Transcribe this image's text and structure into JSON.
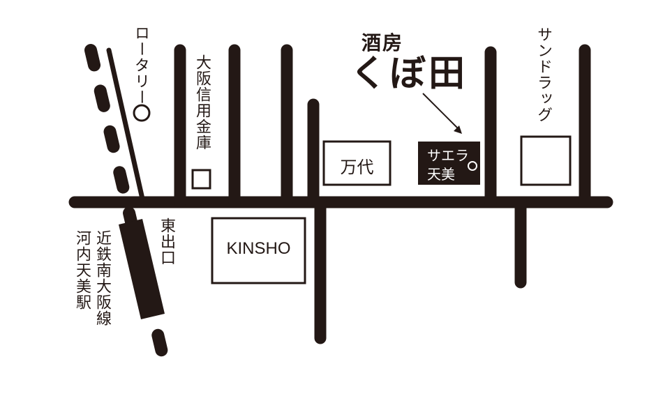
{
  "colors": {
    "ink": "#231815",
    "paper": "#ffffff"
  },
  "labels": {
    "rotary": "ロータリー",
    "bank": "大阪信用金庫",
    "east_exit": "東出口",
    "line_name": "近鉄南大阪線",
    "station_name": "河内天美駅",
    "drugstore": "サンドラッグ",
    "mandai": "万代",
    "kinsho": "KINSHO",
    "saera_1": "サエラ",
    "saera_2": "天美",
    "brand_small": "酒房",
    "brand_large": "くぼ田"
  }
}
